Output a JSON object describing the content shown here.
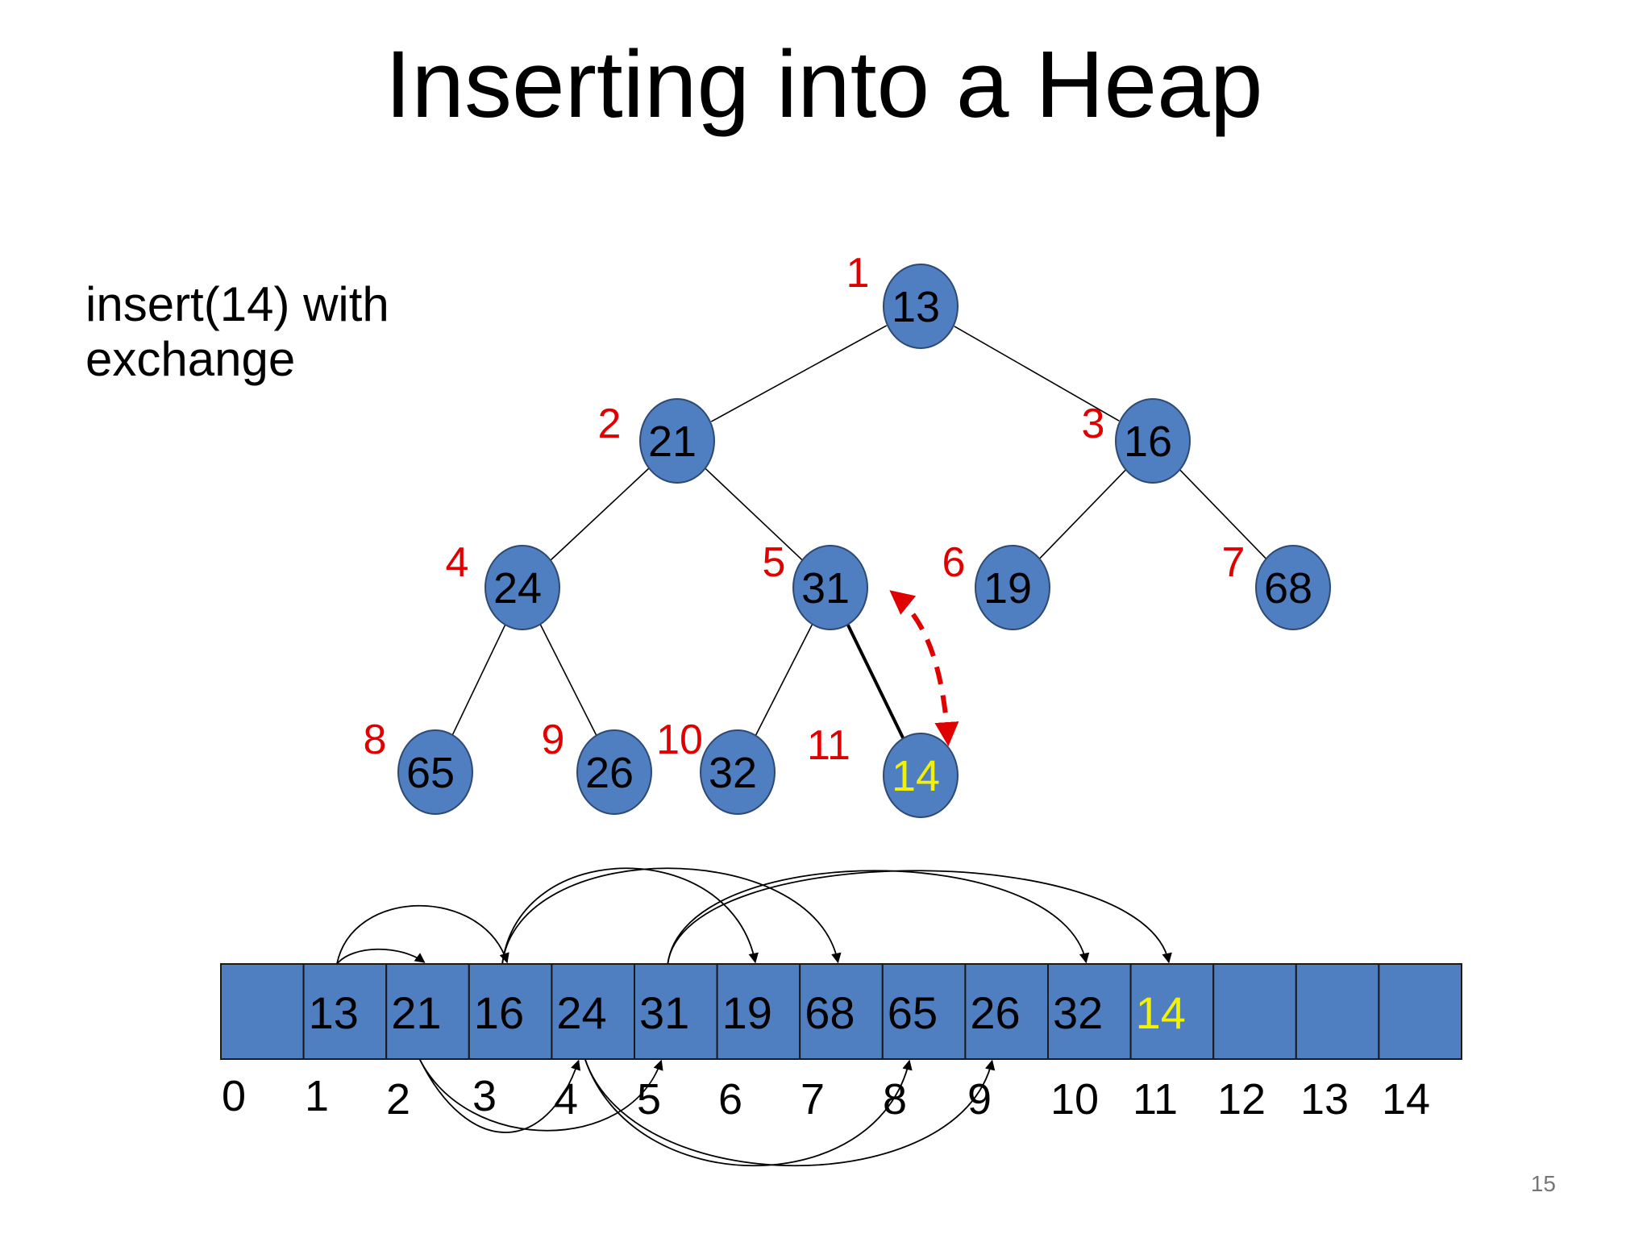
{
  "slide": {
    "title": "Inserting into a Heap",
    "caption_line1": "insert(14) with",
    "caption_line2": "exchange",
    "page_number": "15"
  },
  "colors": {
    "node_fill": "#4f7ec1",
    "node_stroke": "#2e4a73",
    "index_label": "#e00000",
    "highlight_text": "#f2f200",
    "array_fill": "#4f7ec1",
    "swap_arrow": "#e00000"
  },
  "tree": {
    "nodes": [
      {
        "index": "1",
        "value": "13",
        "highlight": false
      },
      {
        "index": "2",
        "value": "21",
        "highlight": false
      },
      {
        "index": "3",
        "value": "16",
        "highlight": false
      },
      {
        "index": "4",
        "value": "24",
        "highlight": false
      },
      {
        "index": "5",
        "value": "31",
        "highlight": false
      },
      {
        "index": "6",
        "value": "19",
        "highlight": false
      },
      {
        "index": "7",
        "value": "68",
        "highlight": false
      },
      {
        "index": "8",
        "value": "65",
        "highlight": false
      },
      {
        "index": "9",
        "value": "26",
        "highlight": false
      },
      {
        "index": "10",
        "value": "32",
        "highlight": false
      },
      {
        "index": "11",
        "value": "14",
        "highlight": true
      }
    ]
  },
  "array": {
    "cells": [
      "",
      "13",
      "21",
      "16",
      "24",
      "31",
      "19",
      "68",
      "65",
      "26",
      "32",
      "14",
      "",
      "",
      ""
    ],
    "highlight_index": 11,
    "indices": [
      "0",
      "1",
      "2",
      "3",
      "4",
      "5",
      "6",
      "7",
      "8",
      "9",
      "10",
      "11",
      "12",
      "13",
      "14"
    ]
  }
}
